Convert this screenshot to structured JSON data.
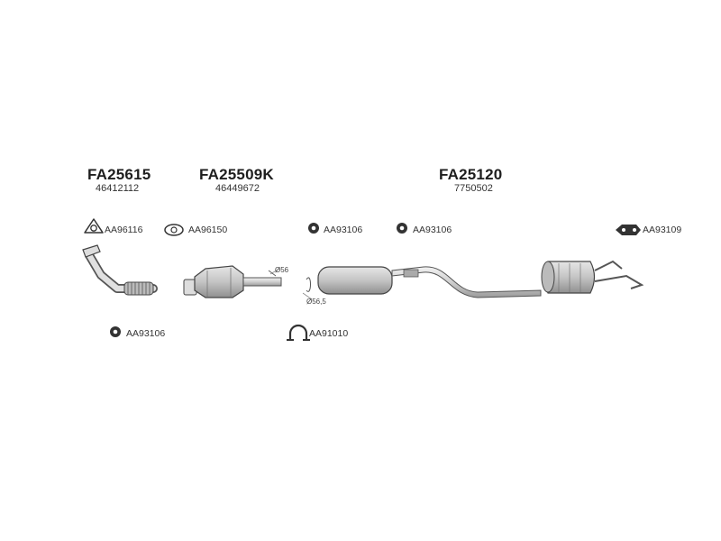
{
  "groups": [
    {
      "code": "FA25615",
      "oem": "46412112"
    },
    {
      "code": "FA25509K",
      "oem": "46449672"
    },
    {
      "code": "FA25120",
      "oem": "7750502"
    }
  ],
  "parts": {
    "gasket_front": "AA96116",
    "gasket_cat": "AA96150",
    "ring_mid_left": "AA93106",
    "ring_mid_right": "AA93106",
    "hanger_rear": "AA93109",
    "ring_lower": "AA93106",
    "clamp": "AA91010"
  },
  "dimensions": {
    "d1": "Ø56",
    "d2": "Ø56,5"
  }
}
